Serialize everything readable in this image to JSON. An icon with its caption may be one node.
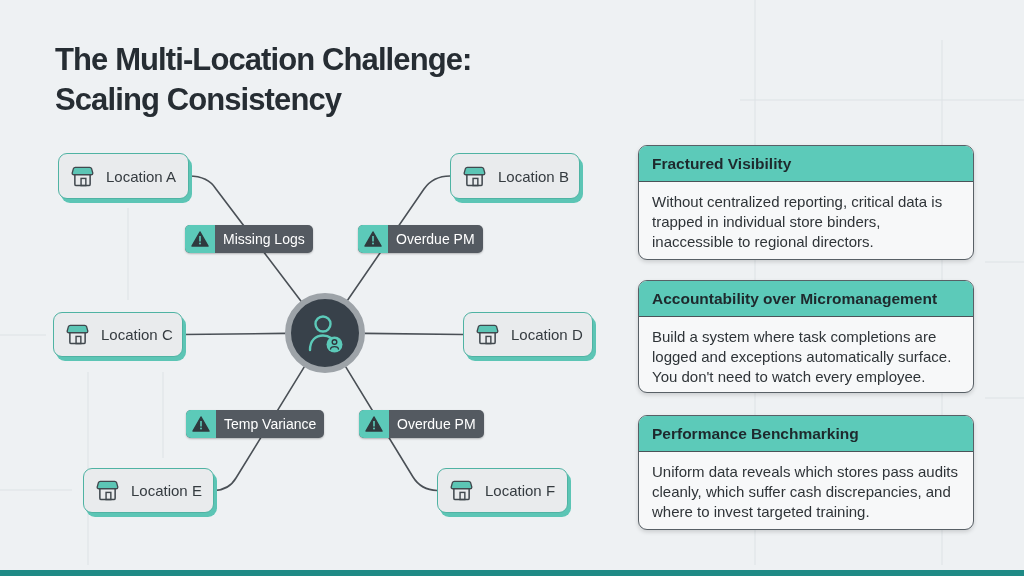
{
  "diagram": {
    "title": "The Multi-Location Challenge: Scaling Consistency",
    "nodes": [
      {
        "text": [
          "Location A"
        ]
      },
      {
        "text": [
          "Location B"
        ]
      },
      {
        "text": [
          "Location C"
        ]
      },
      {
        "text": [],
        "shape": "circle"
      },
      {
        "text": [
          "Location D"
        ]
      },
      {
        "text": [
          "Location E"
        ]
      },
      {
        "text": [
          "Location F"
        ]
      },
      {
        "text": [
          "Fractured Visibility",
          "Without centralized reporting, critical data is trapped in individual store binders, inaccessible to regional directors."
        ]
      },
      {
        "text": [
          "Accountability over Micromanagement",
          "Build a system where task completions are logged and exceptions automatically surface. You don't need to watch every employee."
        ]
      },
      {
        "text": [
          "Performance Benchmarking",
          "Uniform data reveals which stores pass audits cleanly, which suffer cash discrepancies, and where to invest targeted training."
        ]
      }
    ],
    "edges": [
      {
        "from": 0,
        "to": 3,
        "arrow": "none",
        "label": "Missing Logs"
      },
      {
        "from": 1,
        "to": 3,
        "arrow": "none",
        "label": "Overdue PM"
      },
      {
        "from": 2,
        "to": 3,
        "arrow": "none"
      },
      {
        "from": 4,
        "to": 3,
        "arrow": "none"
      },
      {
        "from": 5,
        "to": 3,
        "arrow": "none",
        "label": "Temp Variance"
      },
      {
        "from": 6,
        "to": 3,
        "arrow": "none",
        "label": "Overdue PM"
      }
    ]
  }
}
